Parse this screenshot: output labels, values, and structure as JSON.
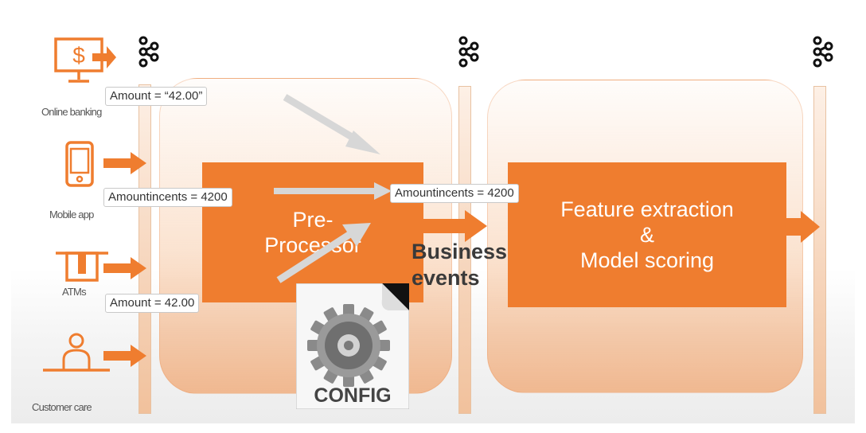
{
  "sources": [
    {
      "icon": "dollar-monitor-icon",
      "label": "Online banking"
    },
    {
      "icon": "mobile-phone-icon",
      "label": "Mobile app"
    },
    {
      "icon": "atm-icon",
      "label": "ATMs"
    },
    {
      "icon": "customer-care-icon",
      "label": "Customer care"
    }
  ],
  "data_labels": {
    "amount_string": "Amount = “42.00”",
    "amount_cents_in": "Amountincents = 4200",
    "amount_cents_out": "Amountincents = 4200",
    "amount_number": "Amount = 42.00"
  },
  "preprocessor": {
    "line1": "Pre-",
    "line2": "Processor"
  },
  "business_events": {
    "line1": "Business",
    "line2": "events"
  },
  "model": {
    "line1": "Feature extraction",
    "line2": "&",
    "line3": "Model scoring"
  },
  "config": {
    "label": "CONFIG",
    "icon": "gear-icon"
  },
  "stream_icon": "kafka-icon",
  "colors": {
    "accent": "#ef7d2f",
    "panel": "#f7c9a6",
    "arrow_gray": "#d7d7d7"
  }
}
